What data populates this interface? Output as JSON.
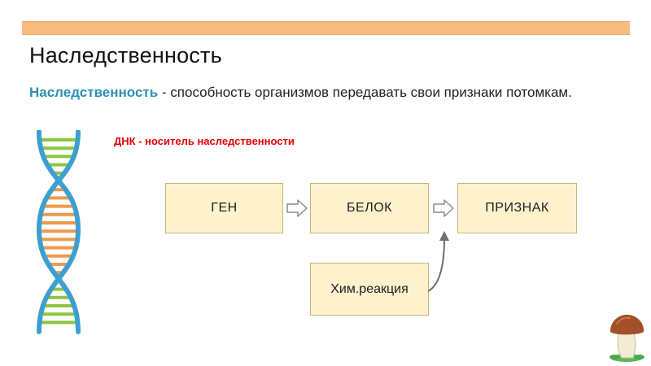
{
  "slide": {
    "title": "Наследственность",
    "definition_term": "Наследственность",
    "definition_rest": " - способность организмов передавать свои признаки потомкам.",
    "dnk_label": "ДНК - носитель наследственности"
  },
  "flow": {
    "gene": "ГЕН",
    "protein": "БЕЛОК",
    "trait": "ПРИЗНАК",
    "reaction": "Хим.реакция"
  },
  "colors": {
    "accent_bar": "#f8bd7e",
    "term": "#2e8fb5",
    "dnk_label": "#e60000",
    "box_fill": "#fdf2cc",
    "box_border": "#c9b27c",
    "dna_strand": "#3d9fd0",
    "dna_rung_green": "#8cc63f",
    "dna_rung_orange": "#ee9a4d"
  },
  "icons": {
    "dna": "dna-helix-icon",
    "arrow": "right-arrow-icon",
    "mushroom": "mushroom-icon"
  }
}
